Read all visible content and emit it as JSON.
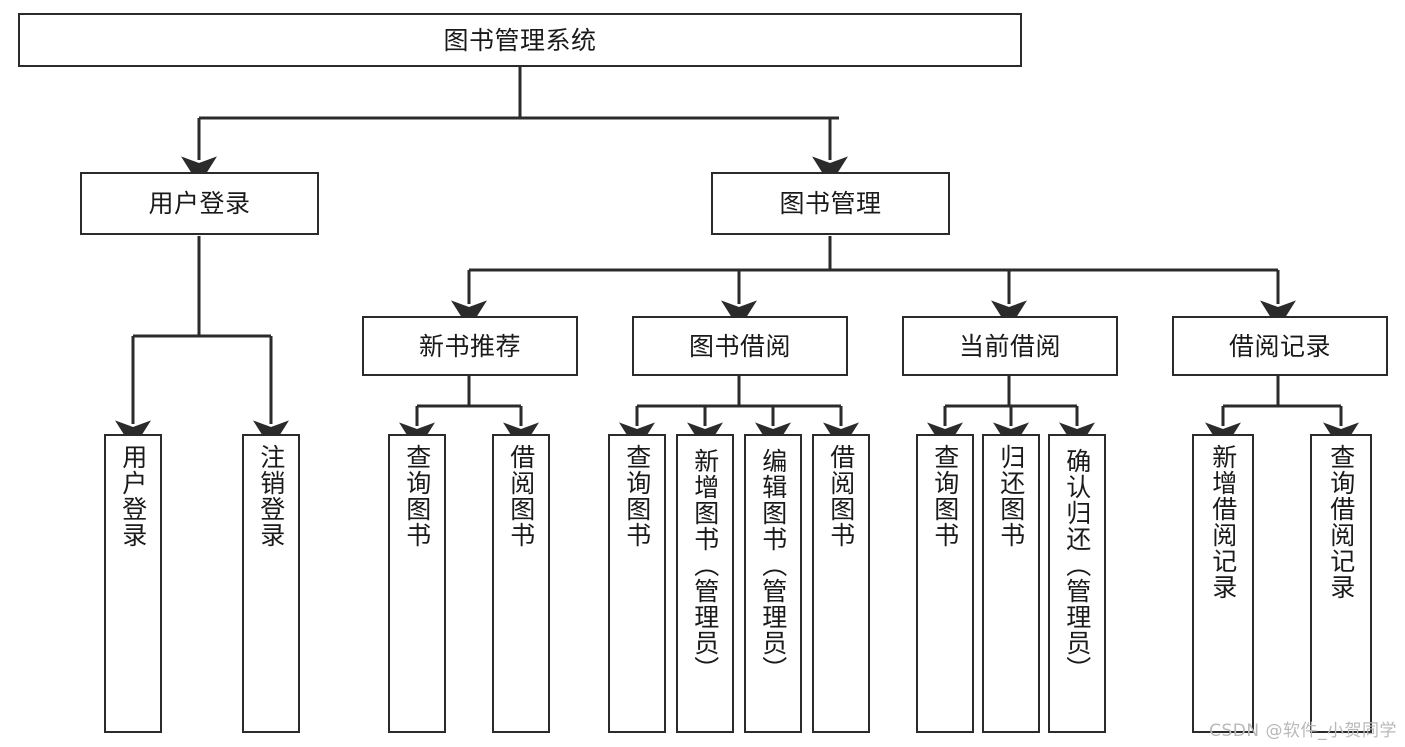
{
  "diagram": {
    "title": "图书管理系统",
    "type": "tree-hierarchy-chart",
    "watermark": "CSDN @软件_小贺同学",
    "colors": {
      "box_border": "#2b2b2b",
      "box_fill": "#ffffff",
      "edge": "#2b2b2b",
      "text": "#1a1a1a",
      "watermark": "#b9b9b9",
      "background": "#ffffff"
    }
  },
  "nodes": {
    "root": {
      "label": "图书管理系统",
      "level": 1
    },
    "user_login": {
      "label": "用户登录",
      "level": 2
    },
    "book_manage": {
      "label": "图书管理",
      "level": 2
    },
    "new_book_rec": {
      "label": "新书推荐",
      "level": 3
    },
    "book_borrow": {
      "label": "图书借阅",
      "level": 3
    },
    "current_borrow": {
      "label": "当前借阅",
      "level": 3
    },
    "borrow_record": {
      "label": "借阅记录",
      "level": 3
    },
    "leaf_user_login": {
      "label": "用户登录",
      "level": 3
    },
    "leaf_logout": {
      "label": "注销登录",
      "level": 3
    },
    "leaf_query_book_1": {
      "label": "查询图书",
      "level": 4
    },
    "leaf_borrow_book_1": {
      "label": "借阅图书",
      "level": 4
    },
    "leaf_query_book_2": {
      "label": "查询图书",
      "level": 4
    },
    "leaf_add_book": {
      "label": "新增图书（管理员）",
      "level": 4
    },
    "leaf_edit_book": {
      "label": "编辑图书（管理员）",
      "level": 4
    },
    "leaf_borrow_book_2": {
      "label": "借阅图书",
      "level": 4
    },
    "leaf_query_book_3": {
      "label": "查询图书",
      "level": 4
    },
    "leaf_return_book": {
      "label": "归还图书",
      "level": 4
    },
    "leaf_confirm_return": {
      "label": "确认归还（管理员）",
      "level": 4
    },
    "leaf_add_record": {
      "label": "新增借阅记录",
      "level": 4
    },
    "leaf_query_record": {
      "label": "查询借阅记录",
      "level": 4
    }
  },
  "edges": [
    {
      "from": "root",
      "to": "user_login"
    },
    {
      "from": "root",
      "to": "book_manage"
    },
    {
      "from": "user_login",
      "to": "leaf_user_login"
    },
    {
      "from": "user_login",
      "to": "leaf_logout"
    },
    {
      "from": "book_manage",
      "to": "new_book_rec"
    },
    {
      "from": "book_manage",
      "to": "book_borrow"
    },
    {
      "from": "book_manage",
      "to": "current_borrow"
    },
    {
      "from": "book_manage",
      "to": "borrow_record"
    },
    {
      "from": "new_book_rec",
      "to": "leaf_query_book_1"
    },
    {
      "from": "new_book_rec",
      "to": "leaf_borrow_book_1"
    },
    {
      "from": "book_borrow",
      "to": "leaf_query_book_2"
    },
    {
      "from": "book_borrow",
      "to": "leaf_add_book"
    },
    {
      "from": "book_borrow",
      "to": "leaf_edit_book"
    },
    {
      "from": "book_borrow",
      "to": "leaf_borrow_book_2"
    },
    {
      "from": "current_borrow",
      "to": "leaf_query_book_3"
    },
    {
      "from": "current_borrow",
      "to": "leaf_return_book"
    },
    {
      "from": "current_borrow",
      "to": "leaf_confirm_return"
    },
    {
      "from": "borrow_record",
      "to": "leaf_add_record"
    },
    {
      "from": "borrow_record",
      "to": "leaf_query_record"
    }
  ]
}
